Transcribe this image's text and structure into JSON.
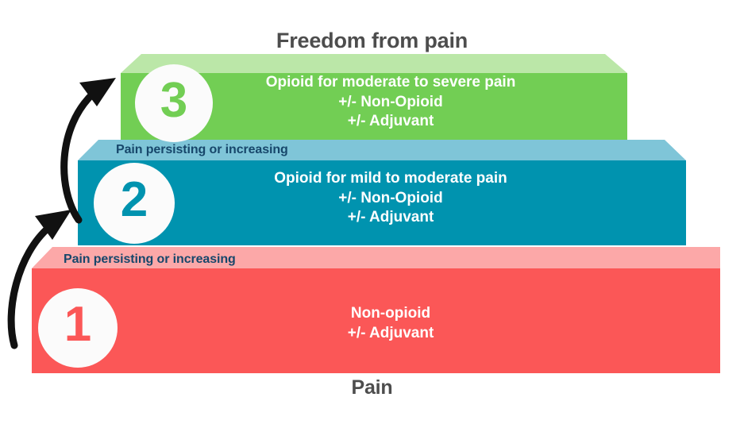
{
  "diagram": {
    "title_top": "Freedom from pain",
    "title_bottom": "Pain",
    "colors": {
      "step3_front": "#72ce54",
      "step3_top": "#bbe7a8",
      "step2_front": "#0093af",
      "step2_top": "#7fc5d8",
      "step1_front": "#fb5757",
      "step1_top": "#fca8a8",
      "badge_fill": "#fbfbfb",
      "arrow": "#111111",
      "label_text": "#17476b",
      "title_text": "#4d4d4d",
      "body_text": "#ffffff"
    }
  },
  "steps": [
    {
      "number": "3",
      "line1": "Opioid for moderate to severe pain",
      "line2": "+/- Non-Opioid",
      "line3": "+/- Adjuvant"
    },
    {
      "number": "2",
      "line1": "Opioid for mild to moderate pain",
      "line2": "+/- Non-Opioid",
      "line3": "+/- Adjuvant"
    },
    {
      "number": "1",
      "line1": "Non-opioid",
      "line2": "+/- Adjuvant",
      "line3": ""
    }
  ],
  "transitions": [
    {
      "label": "Pain persisting or increasing"
    },
    {
      "label": "Pain persisting or increasing"
    }
  ]
}
